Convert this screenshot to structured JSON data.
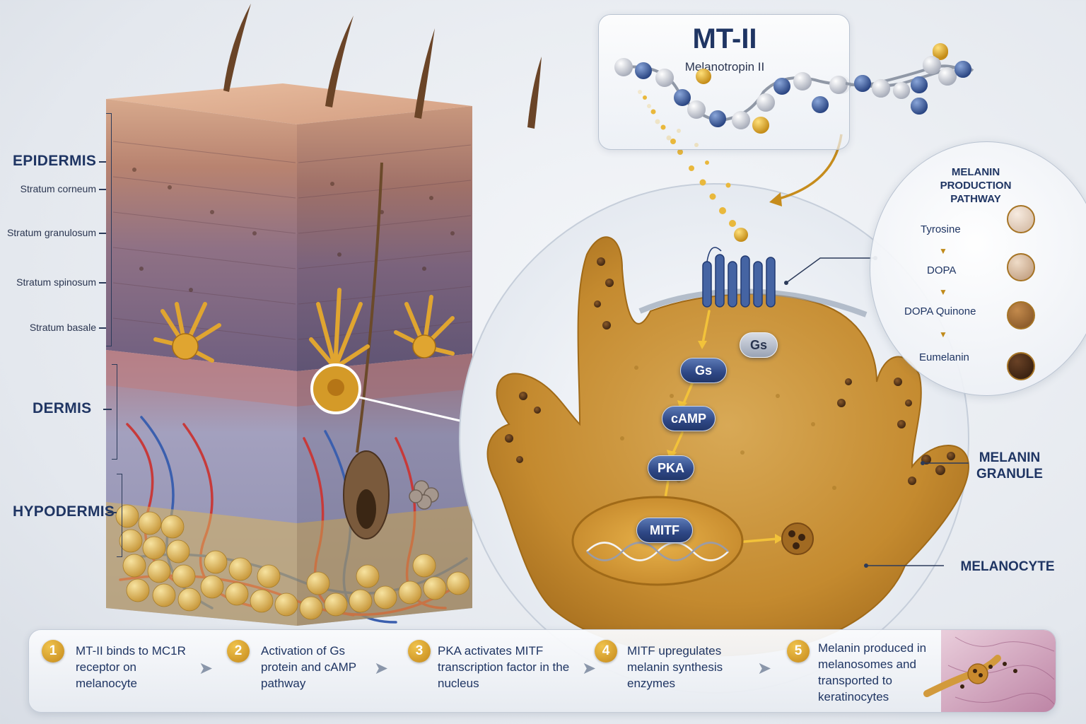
{
  "layers": {
    "epidermis": "EPIDERMIS",
    "stratum_corneum": "Stratum corneum",
    "stratum_granulosum": "Stratum granulosum",
    "stratum_spinosum": "Stratum spinosum",
    "stratum_basale": "Stratum basale",
    "dermis": "DERMIS",
    "hypodermis": "HYPODERMIS"
  },
  "molecule": {
    "title": "MT-II",
    "subtitle": "Melanotropin II"
  },
  "pathway": {
    "title": "MELANIN PRODUCTION PATHWAY",
    "steps": [
      "Tyrosine",
      "DOPA",
      "DOPA Quinone",
      "Eumelanin"
    ]
  },
  "cell": {
    "gs_label": "Gs",
    "gs_label_2": "Gs",
    "camp_label": "cAMP",
    "pka_label": "PKA",
    "mitf_label": "MITF"
  },
  "right_labels": {
    "melanin_granule": "MELANIN GRANULE",
    "melanocyte": "MELANOCYTE"
  },
  "process_steps": [
    {
      "num": "1",
      "text": "MT-II binds to MC1R receptor on melanocyte"
    },
    {
      "num": "2",
      "text": "Activation of Gs protein and cAMP pathway"
    },
    {
      "num": "3",
      "text": "PKA activates MITF transcription factor in the nucleus"
    },
    {
      "num": "4",
      "text": "MITF upregulates melanin synthesis enzymes"
    },
    {
      "num": "5",
      "text": "Melanin produced in melanosomes and transported to keratinocytes"
    }
  ],
  "colors": {
    "navy": "#1f3563",
    "gold": "#d9a22e",
    "melanocyte": "#e3a935",
    "skin": "#b8866f",
    "epidermis_purple": "#7d6a86"
  }
}
